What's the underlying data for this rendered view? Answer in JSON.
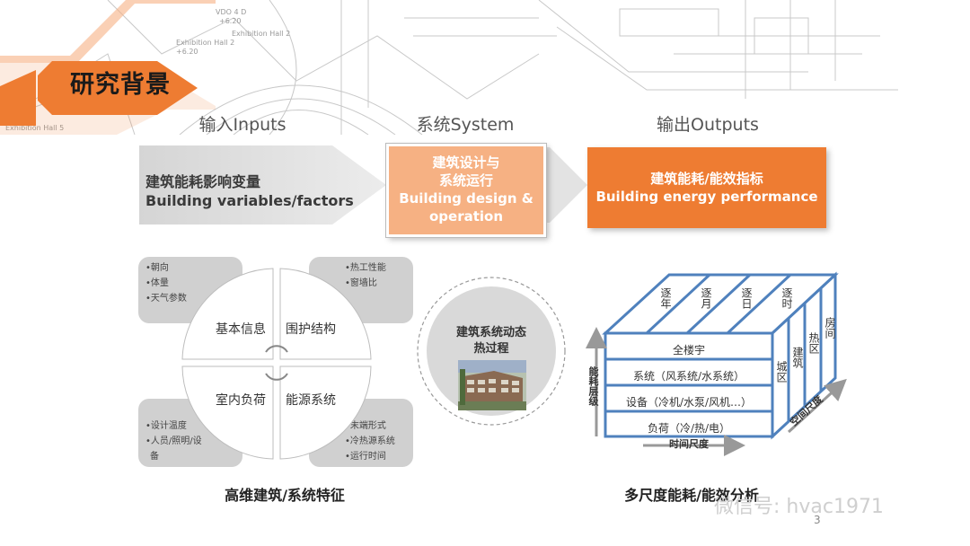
{
  "slide": {
    "title": "研究背景",
    "page_number": "3",
    "watermark": "微信号: hvac1971"
  },
  "sketch_labels": [
    "VDO 4 D",
    "+6.20",
    "Exhibition Hall 2",
    "+6.20",
    "Exhibition Hall 2",
    "Exhibition Hall 5"
  ],
  "flow": {
    "input_header": "输入Inputs",
    "system_header": "系统System",
    "output_header": "输出Outputs",
    "input_zh": "建筑能耗影响变量",
    "input_en": "Building variables/factors",
    "system_zh1": "建筑设计与",
    "system_zh2": "系统运行",
    "system_en1": "Building design &",
    "system_en2": "operation",
    "output_zh": "建筑能耗/能效指标",
    "output_en": "Building energy performance"
  },
  "wheel": {
    "q1": "基本信息",
    "q2": "围护结构",
    "q3": "室内负荷",
    "q4": "能源系统",
    "card_tl": [
      "•朝向",
      "•体量",
      "•天气参数"
    ],
    "card_tr": [
      "•热工性能",
      "•窗墙比"
    ],
    "card_bl": [
      "•设计温度",
      "•人员/照明/设",
      "备"
    ],
    "card_br": [
      "•末端形式",
      "•冷热源系统",
      "•运行时间"
    ],
    "caption": "高维建筑/系统特征"
  },
  "middle": {
    "line1": "建筑系统动态",
    "line2": "热过程"
  },
  "cube": {
    "rows": [
      "全楼宇",
      "系统（风系统/水系统）",
      "设备（冷机/水泵/风机…）",
      "负荷（冷/热/电）"
    ],
    "top_labels": [
      "逐年",
      "逐月",
      "逐日",
      "逐时"
    ],
    "side_labels": [
      "城区",
      "建筑",
      "热区",
      "房间"
    ],
    "axis_vertical": "能耗层级",
    "axis_time": "时间尺度",
    "axis_space": "空间尺度",
    "caption": "多尺度能耗/能效分析"
  },
  "colors": {
    "accent": "#ee7c32",
    "system_fill": "#f6b183",
    "cube_blue": "#4f81bd"
  }
}
